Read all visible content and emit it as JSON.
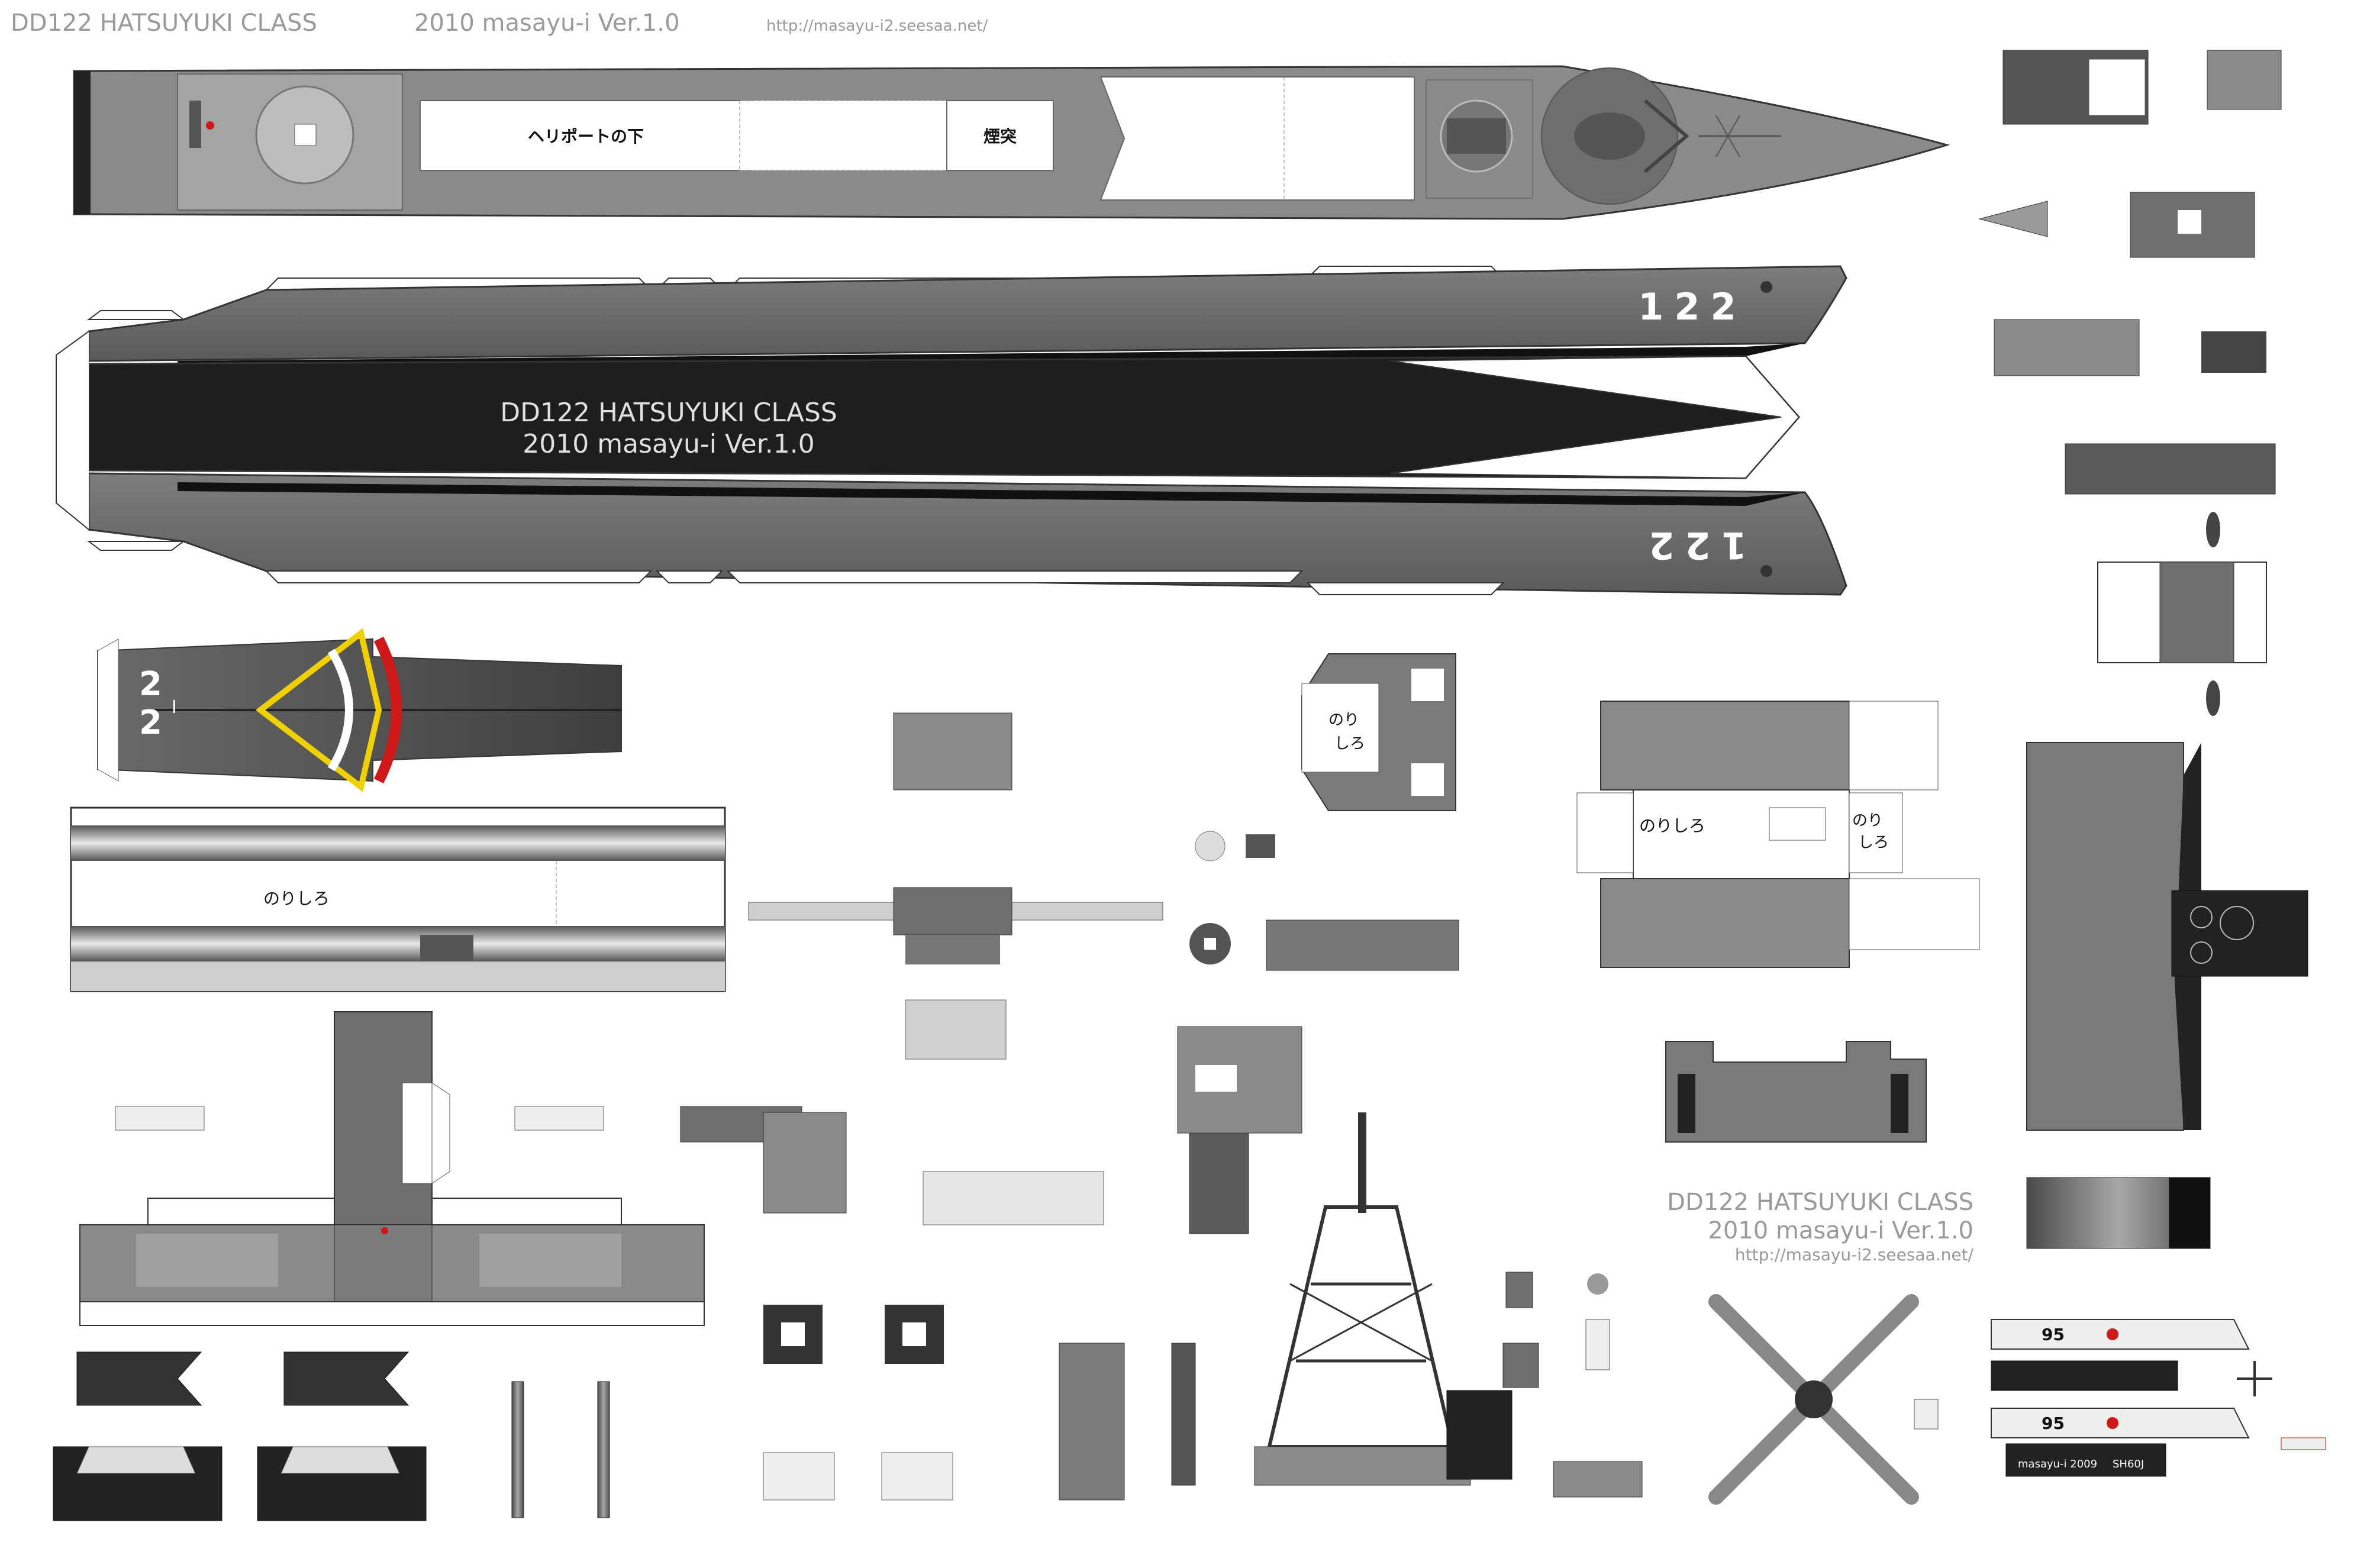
{
  "header": {
    "title": "DD122 HATSUYUKI CLASS",
    "version": "2010 masayu-i Ver.1.0",
    "url": "http://masayu-i2.seesaa.net/"
  },
  "hull_center": {
    "title": "DD122 HATSUYUKI CLASS",
    "version": "2010 masayu-i Ver.1.0"
  },
  "hull": {
    "number": "122",
    "number_mirrored": "122"
  },
  "deck": {
    "heliport_label": "ヘリポートの下",
    "funnel_label": "煙突"
  },
  "heli_deck": {
    "number": "22",
    "mark": "I"
  },
  "glue_tab": "のりしろ",
  "glue_tab_split": [
    "のり",
    "しろ"
  ],
  "bottom_credit": {
    "title": "DD122 HATSUYUKI CLASS",
    "version": "2010 masayu-i Ver.1.0",
    "url": "http://masayu-i2.seesaa.net/"
  },
  "helicopter": {
    "number": "95",
    "credit": "masayu-i 2009",
    "model": "SH60J"
  },
  "colors": {
    "hull_gray": "#6e6e6e",
    "deck_gray": "#9a9a9a",
    "light_gray": "#c4c4c4",
    "black": "#1e1e1e",
    "yellow": "#f0d000",
    "red": "#d01818"
  }
}
